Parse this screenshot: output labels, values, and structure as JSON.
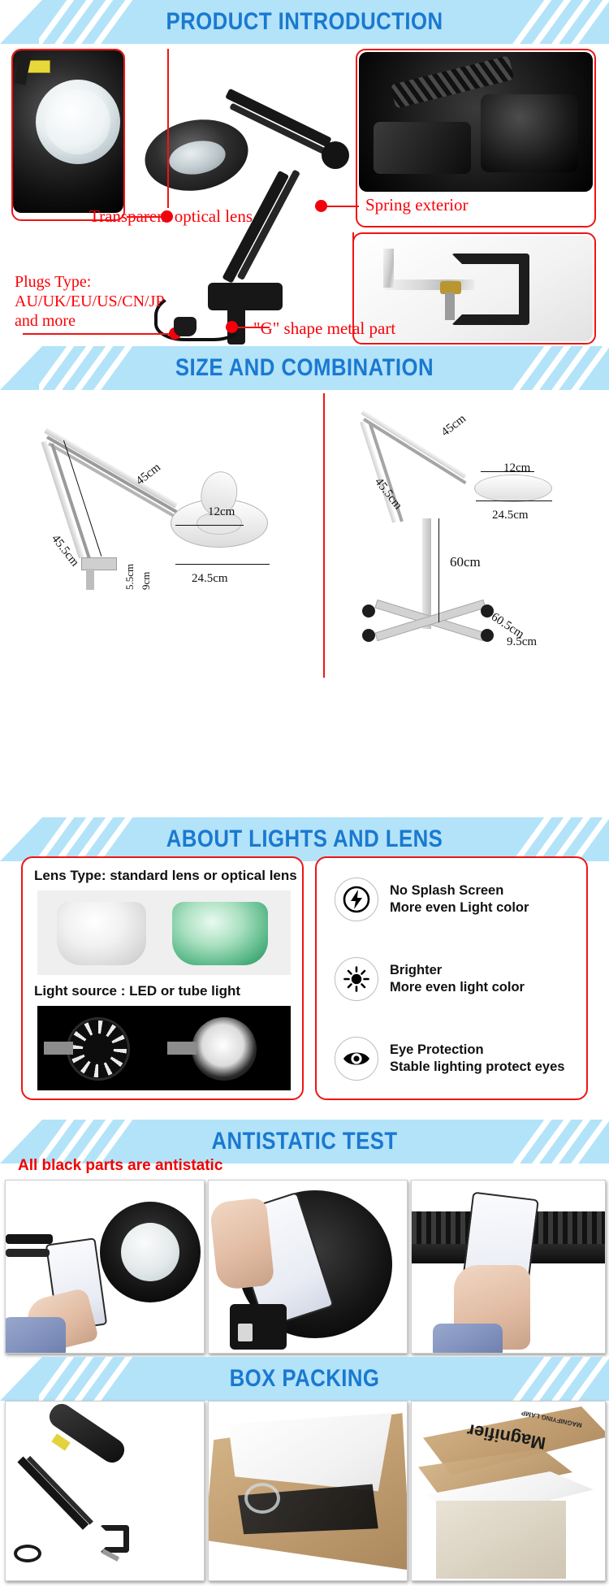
{
  "sections": [
    {
      "id": "product-introduction",
      "banner": "PRODUCT INTRODUCTION"
    },
    {
      "id": "size-and-combination",
      "banner": "SIZE AND COMBINATION"
    },
    {
      "id": "about-lights-and-lens",
      "banner": "ABOUT LIGHTS AND LENS"
    },
    {
      "id": "antistatic-test",
      "banner": "ANTISTATIC TEST"
    },
    {
      "id": "box-packing",
      "banner": "BOX PACKING"
    }
  ],
  "intro": {
    "callouts": {
      "lens": "Transparent optical lens",
      "spring": "Spring exterior",
      "metal": "\"G\" shape metal part"
    },
    "plugs": {
      "line1": "Plugs Type:",
      "line2": "AU/UK/EU/US/CN/JP",
      "line3": "and more"
    }
  },
  "size": {
    "desk": {
      "upper_arm": "45cm",
      "lower_arm": "45.5cm",
      "lens_diameter": "12cm",
      "head_diameter": "24.5cm",
      "clamp_height": "5.5cm",
      "clamp_depth": "9cm"
    },
    "floor": {
      "upper_arm": "45cm",
      "lower_arm": "45.5cm",
      "lens_diameter": "12cm",
      "head_diameter": "24.5cm",
      "pole_height": "60cm",
      "base_width": "60.5cm",
      "caster_height": "9.5cm"
    }
  },
  "lights": {
    "lens_type_title": "Lens Type: standard lens or optical lens",
    "light_source_title": "Light source : LED or tube light",
    "features": [
      {
        "icon": "lightning-bolt-icon",
        "line1": "No Splash Screen",
        "line2": "More even Light color"
      },
      {
        "icon": "brightness-sun-icon",
        "line1": "Brighter",
        "line2": "More even light color"
      },
      {
        "icon": "eye-icon",
        "line1": "Eye Protection",
        "line2": "Stable lighting protect eyes"
      }
    ]
  },
  "antistatic": {
    "note": "All black parts are antistatic"
  },
  "packing": {
    "carton_text_large": "Magnifier",
    "carton_text_small": "MAGNIFYING LAMP"
  },
  "colors": {
    "banner_bg": "#b3e3f9",
    "banner_text": "#1a79d0",
    "callout_red": "#fb0007",
    "box_border_red": "#f01414"
  }
}
